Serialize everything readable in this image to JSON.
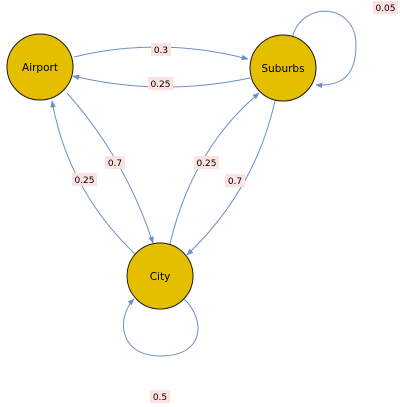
{
  "colors": {
    "node_fill": "#e3bf00",
    "node_stroke": "#1a1a1a",
    "edge": "#6f8ec8",
    "label_bg": "#fde2e2"
  },
  "nodes": [
    {
      "id": "airport",
      "label": "Airport"
    },
    {
      "id": "suburbs",
      "label": "Suburbs"
    },
    {
      "id": "city",
      "label": "City"
    }
  ],
  "edges": [
    {
      "from": "airport",
      "to": "suburbs",
      "label": "0.3"
    },
    {
      "from": "suburbs",
      "to": "airport",
      "label": "0.25"
    },
    {
      "from": "suburbs",
      "to": "suburbs",
      "label": "0.05"
    },
    {
      "from": "airport",
      "to": "city",
      "label": "0.7"
    },
    {
      "from": "city",
      "to": "airport",
      "label": "0.25"
    },
    {
      "from": "city",
      "to": "suburbs",
      "label": "0.25"
    },
    {
      "from": "suburbs",
      "to": "city",
      "label": "0.7"
    },
    {
      "from": "city",
      "to": "city",
      "label": "0.5"
    }
  ]
}
